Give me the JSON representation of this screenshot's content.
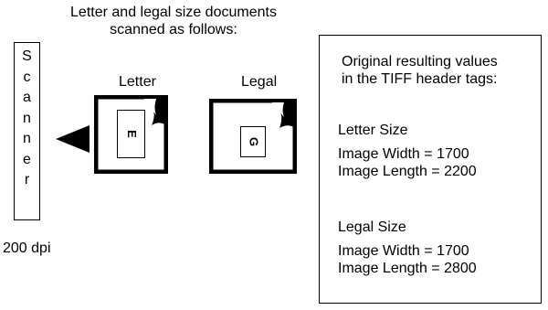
{
  "caption": {
    "line1": "Letter and legal size documents",
    "line2": "scanned as follows:"
  },
  "scanner": {
    "letters": [
      "S",
      "c",
      "a",
      "n",
      "n",
      "e",
      "r"
    ],
    "resolution": "200 dpi"
  },
  "documents": {
    "letter": {
      "label": "Letter",
      "glyph": "E"
    },
    "legal": {
      "label": "Legal",
      "glyph": "G"
    }
  },
  "tiff_info": {
    "heading_line1": "Original resulting values",
    "heading_line2": "in the TIFF header tags:",
    "letter": {
      "title": "Letter Size",
      "width": "Image Width = 1700",
      "length": "Image Length = 2200"
    },
    "legal": {
      "title": "Legal Size",
      "width": "Image Width = 1700",
      "length": "Image Length = 2800"
    }
  }
}
